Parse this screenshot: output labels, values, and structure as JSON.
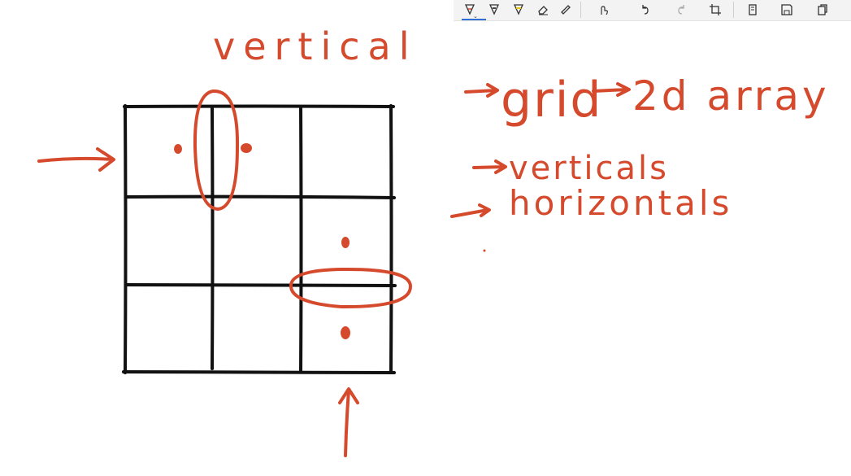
{
  "annotations": {
    "vertical_label": "vertical",
    "grid_note": "grid",
    "array_note": "2d array",
    "verticals_note": "verticals",
    "horizontals_note": "horizontals"
  },
  "colors": {
    "ink_red": "#d54a2c",
    "grid_black": "#111111",
    "toolbar_bg": "#f3f3f3",
    "active_accent": "#2f6fd6"
  },
  "toolbar": {
    "tools": [
      "ballpoint-pen-icon",
      "pencil-icon",
      "highlighter-icon",
      "eraser-icon",
      "ruler-icon",
      "touch-writing-icon",
      "undo-icon",
      "redo-icon",
      "crop-icon",
      "copy-icon",
      "save-icon",
      "share-icon"
    ]
  }
}
